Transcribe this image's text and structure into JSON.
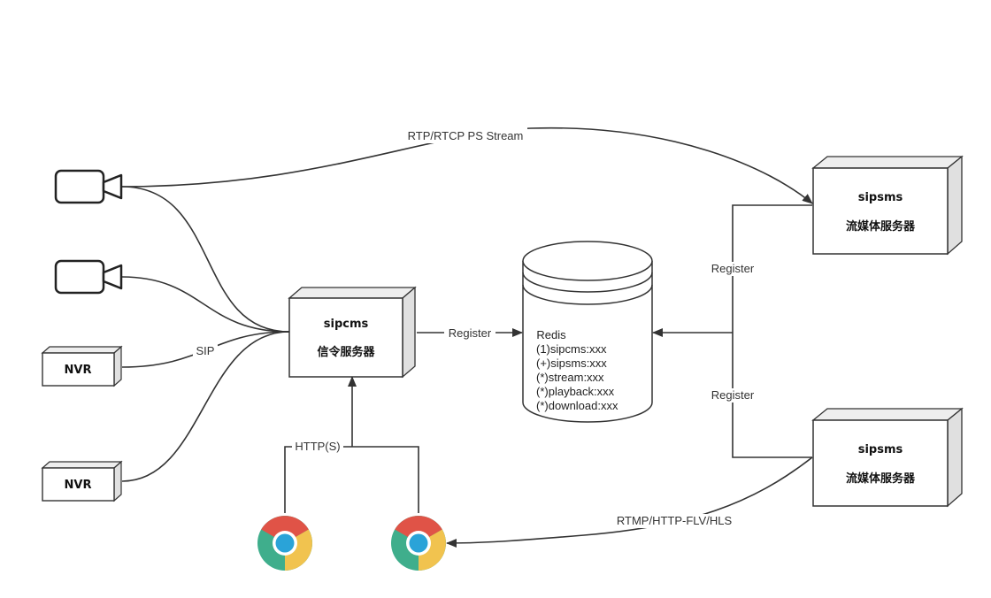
{
  "diagram": {
    "edge_labels": {
      "rtp": "RTP/RTCP PS Stream",
      "sip": "SIP",
      "register_left": "Register",
      "register_top": "Register",
      "register_bottom": "Register",
      "http": "HTTP(S)",
      "rtmp": "RTMP/HTTP-FLV/HLS"
    },
    "sipcms": {
      "name": "sipcms",
      "subtitle": "信令服务器"
    },
    "sipsms_top": {
      "name": "sipsms",
      "subtitle": "流媒体服务器"
    },
    "sipsms_bottom": {
      "name": "sipsms",
      "subtitle": "流媒体服务器"
    },
    "redis": {
      "name": "Redis",
      "keys": [
        "(1)sipcms:xxx",
        "(+)sipsms:xxx",
        "(*)stream:xxx",
        "(*)playback:xxx",
        "(*)download:xxx"
      ]
    },
    "nvr_1": "NVR",
    "nvr_2": "NVR",
    "colors": {
      "stroke": "#333333",
      "box_side": "#e0e0e0",
      "chrome_red": "#e05347",
      "chrome_yellow": "#f1c34f",
      "chrome_green": "#3fae8c",
      "chrome_blue": "#2aa3d8"
    }
  }
}
